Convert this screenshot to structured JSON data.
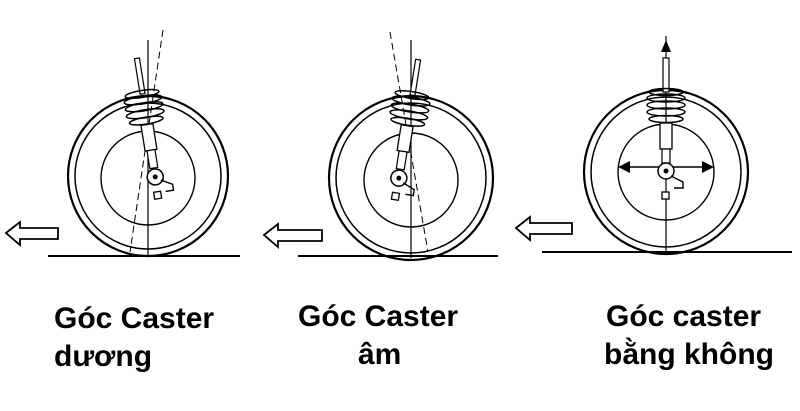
{
  "diagrams": [
    {
      "key": "positive",
      "line1": "Góc Caster",
      "line2": "dương",
      "tilt_deg": -10
    },
    {
      "key": "negative",
      "line1": "Góc Caster",
      "line2": "âm",
      "tilt_deg": 10
    },
    {
      "key": "zero",
      "line1": "Góc caster",
      "line2": "bằng không",
      "tilt_deg": 0
    }
  ],
  "colors": {
    "line": "#000000",
    "background": "#ffffff"
  },
  "icons": {
    "direction_arrow": "left-arrow-icon",
    "fore_aft_arrow": "double-headed-arrow-icon"
  }
}
